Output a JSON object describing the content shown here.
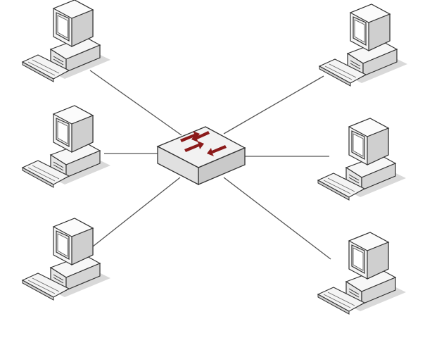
{
  "diagram": {
    "topology": "star",
    "hub": {
      "kind": "network-switch",
      "arrow_color": "#8b1a1a"
    },
    "nodes": [
      {
        "kind": "desktop-computer",
        "side": "left"
      },
      {
        "kind": "desktop-computer",
        "side": "left"
      },
      {
        "kind": "desktop-computer",
        "side": "left"
      },
      {
        "kind": "desktop-computer",
        "side": "right"
      },
      {
        "kind": "desktop-computer",
        "side": "right"
      },
      {
        "kind": "desktop-computer",
        "side": "right"
      }
    ],
    "link_color": "#555555",
    "device_stroke": "#333333",
    "device_fill": "#f4f4f4",
    "shadow_color": "#d6d6d6"
  }
}
